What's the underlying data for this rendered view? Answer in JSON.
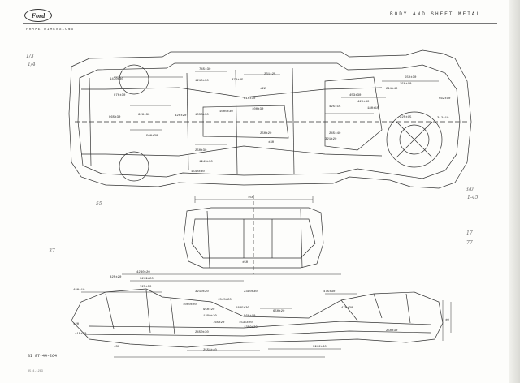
{
  "header": {
    "logo_text": "Ford",
    "section_title": "BODY AND SHEET METAL",
    "subtitle": "FRAME DIMENSIONS"
  },
  "document_number": "SI 87-44-264",
  "footer_text": "85-4-1283",
  "plan_view": {
    "dimensions": [
      "1470±30",
      "745±30",
      "372±25",
      "231±25",
      "970±30",
      "1210±30",
      "965±30",
      "626±30",
      "1050±30",
      "420±20",
      "1000±30",
      "1943±30",
      "1548±30",
      "815±30",
      "100±30",
      "250±20",
      "425±15",
      "453±30",
      "420±30",
      "180±15",
      "211±40",
      "550±30",
      "250±10",
      "225±15",
      "245±40",
      "321±20",
      "562±10",
      "312±10",
      "500±30",
      "250±30",
      "±22",
      "±30"
    ]
  },
  "rear_view": {
    "dimensions": [
      "±50",
      "±50"
    ]
  },
  "side_view": {
    "dimensions": [
      "4230±20",
      "3219±20",
      "725±30",
      "3210±20",
      "2390±30",
      "480±10",
      "825±20",
      "1000±20",
      "1545±20",
      "950±20",
      "1825±20",
      "1290±20",
      "560±10",
      "765±20",
      "650±20",
      "1535±20",
      "1350±20",
      "2450±30",
      "415±10",
      "2558±40",
      "3912±30",
      "475±30",
      "470±30",
      "250±30",
      "±0",
      "±30",
      "±20"
    ]
  },
  "handwritten": [
    "1/3",
    "1/4",
    "55",
    "37",
    "1-45",
    "3/0",
    "17",
    "77"
  ]
}
